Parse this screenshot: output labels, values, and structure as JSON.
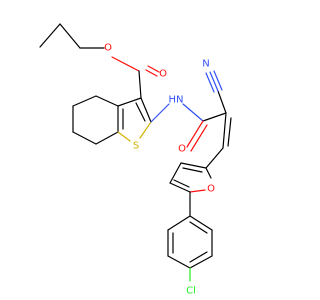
{
  "molecule": {
    "colors": {
      "carbon_bond": "#000000",
      "oxygen": "#ff0d0d",
      "nitrogen": "#3050f8",
      "sulfur": "#d4b000",
      "chlorine": "#1ff01f"
    },
    "atom_labels": {
      "ester_carbonyl_o": "O",
      "ester_ether_o": "O",
      "thiophene_s": "S",
      "amide_nh": "HN",
      "nitrile_n": "N",
      "amide_o": "O",
      "furan_o": "O",
      "chlorine": "Cl"
    }
  }
}
